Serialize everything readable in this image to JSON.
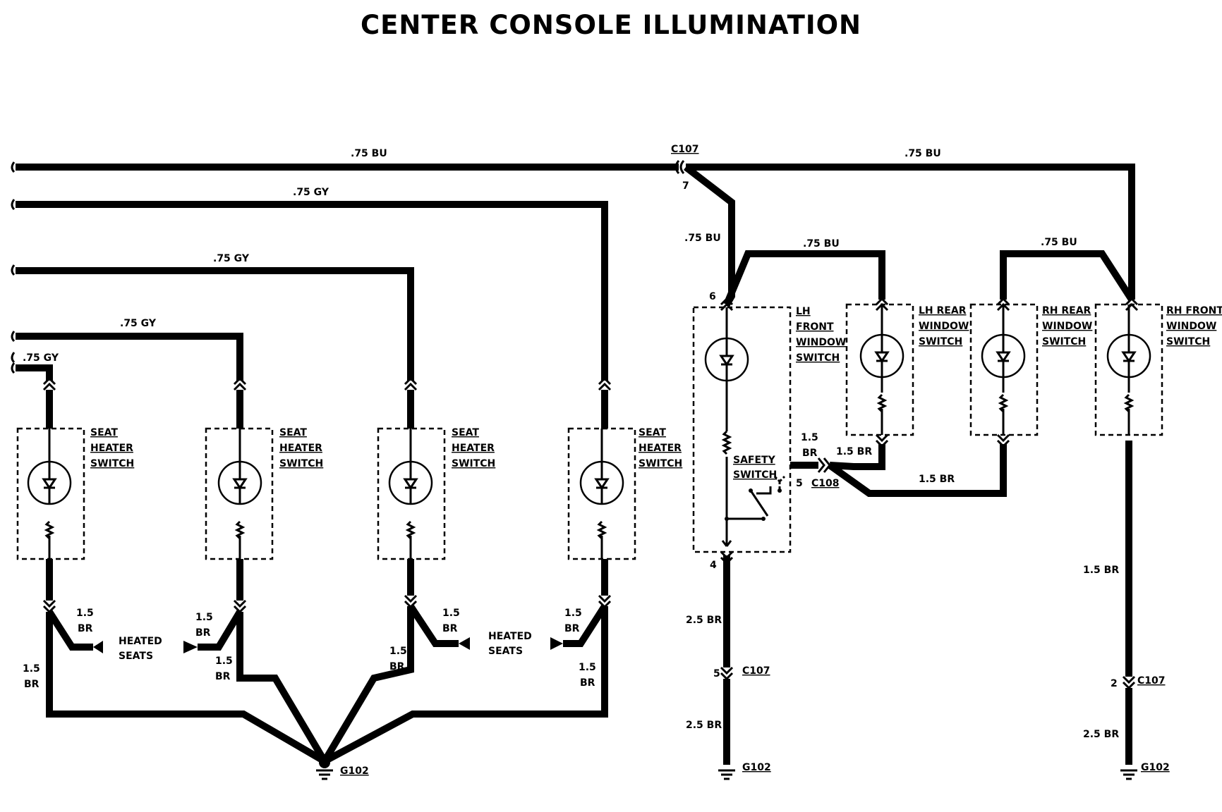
{
  "title": "CENTER CONSOLE ILLUMINATION",
  "wire_labels": {
    "bu_top_left": ".75 BU",
    "bu_top_right": ".75 BU",
    "gy_1": ".75 GY",
    "gy_2": ".75 GY",
    "gy_3": ".75 GY",
    "gy_4": ".75 GY",
    "bu_down": ".75 BU",
    "bu_lhrear": ".75 BU",
    "bu_rhrear": ".75 BU",
    "br_15": "1.5",
    "br_br": "BR",
    "br_15_br": "1.5 BR",
    "br_25_br": "2.5 BR"
  },
  "connectors": {
    "c107": "C107",
    "c108": "C108",
    "g102": "G102",
    "pin7": "7",
    "pin6": "6",
    "pin4": "4",
    "pin5": "5",
    "pin5b": "5",
    "pin2": "2"
  },
  "components": {
    "seat": "SEAT",
    "heater": "HEATER",
    "switch": "SWITCH",
    "heated": "HEATED",
    "seats": "SEATS",
    "lh": "LH",
    "front": "FRONT",
    "window": "WINDOW",
    "lh_rear": "LH REAR",
    "rh_rear": "RH REAR",
    "rh_front": "RH FRONT",
    "safety": "SAFETY"
  }
}
